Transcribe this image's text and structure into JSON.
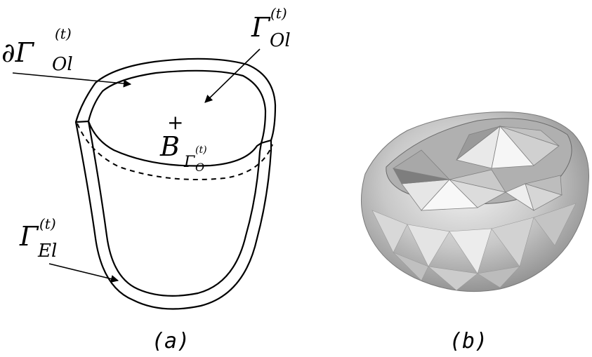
{
  "panel_a": {
    "labels": {
      "boundary_rim": {
        "prefix": "∂Γ",
        "sup": "(t)",
        "sub": "Ol"
      },
      "top_surface": {
        "prefix": "Γ",
        "sup": "(t)",
        "sub": "Ol"
      },
      "centroid": {
        "prefix": "B",
        "sub_prefix": "Γ",
        "sub_sup": "(t)",
        "sub_sub": "O"
      },
      "lateral_surface": {
        "prefix": "Γ",
        "sup": "(t)",
        "sub": "El"
      },
      "centroid_mark": "+"
    },
    "caption": "(a)"
  },
  "panel_b": {
    "caption": "(b)"
  },
  "colors": {
    "ink": "#000000",
    "mesh_light": "#f2f2f2",
    "mesh_mid": "#b8b8b8",
    "mesh_dark": "#6e6e6e"
  }
}
